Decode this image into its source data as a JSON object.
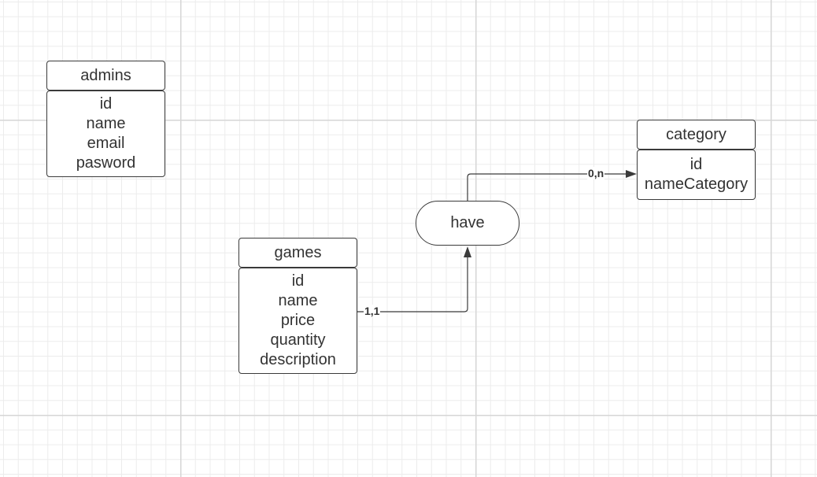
{
  "entities": {
    "admins": {
      "title": "admins",
      "fields": [
        "id",
        "name",
        "email",
        "pasword"
      ]
    },
    "games": {
      "title": "games",
      "fields": [
        "id",
        "name",
        "price",
        "quantity",
        "description"
      ]
    },
    "category": {
      "title": "category",
      "fields": [
        "id",
        "nameCategory"
      ]
    }
  },
  "relation": {
    "label": "have"
  },
  "connectors": {
    "games_to_have": {
      "cardinality": "1,1"
    },
    "have_to_category": {
      "cardinality": "0,n"
    }
  },
  "colors": {
    "stroke": "#3a3a3a",
    "text": "#333333",
    "grid_minor": "#ececec",
    "grid_major": "#d6d6d6",
    "background": "#ffffff"
  }
}
